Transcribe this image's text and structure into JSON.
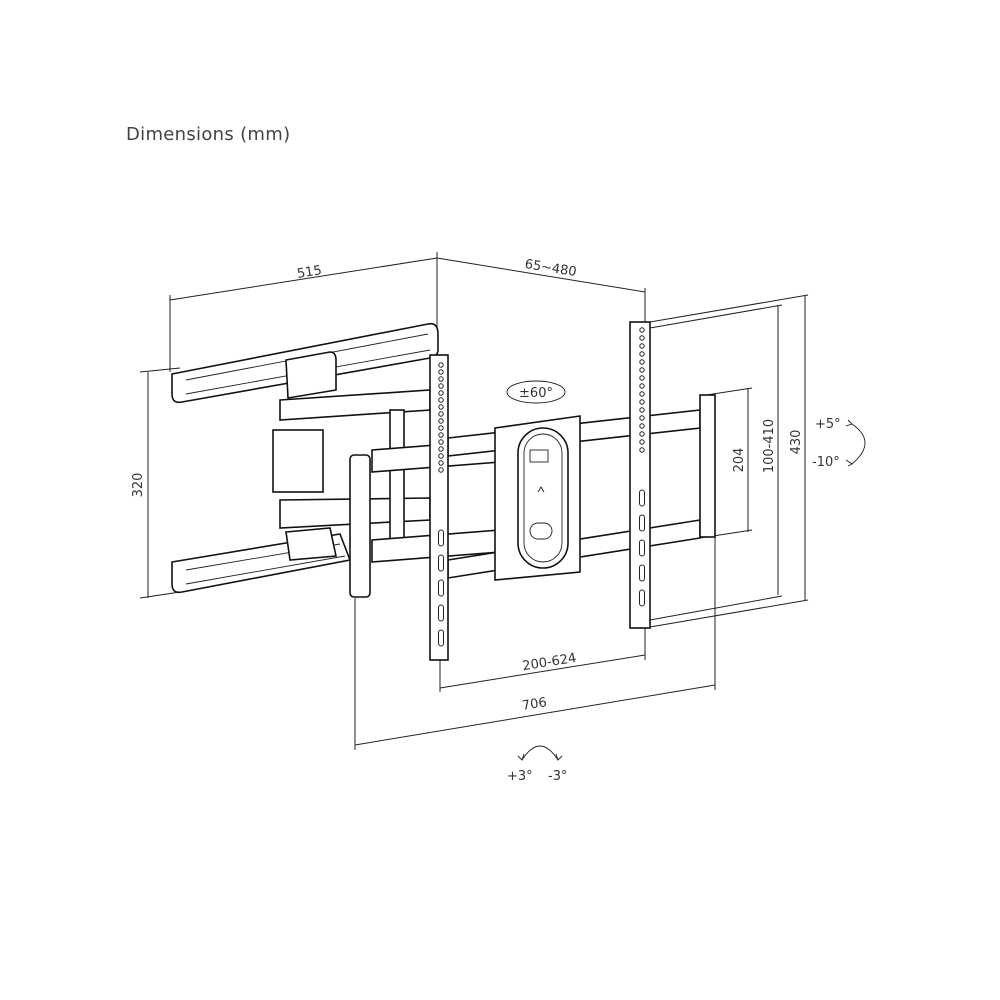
{
  "title": "Dimensions (mm)",
  "dimensions": {
    "arm_depth": "515",
    "wall_distance": "65~480",
    "wall_plate_height": "320",
    "vesa_horizontal": "200-624",
    "total_width": "706",
    "inner_height": "204",
    "vesa_vertical": "100-410",
    "total_height": "430"
  },
  "rotation": {
    "swivel": "±60°",
    "tilt_up": "+5°",
    "tilt_down": "-10°",
    "level_plus": "+3°",
    "level_minus": "-3°"
  }
}
